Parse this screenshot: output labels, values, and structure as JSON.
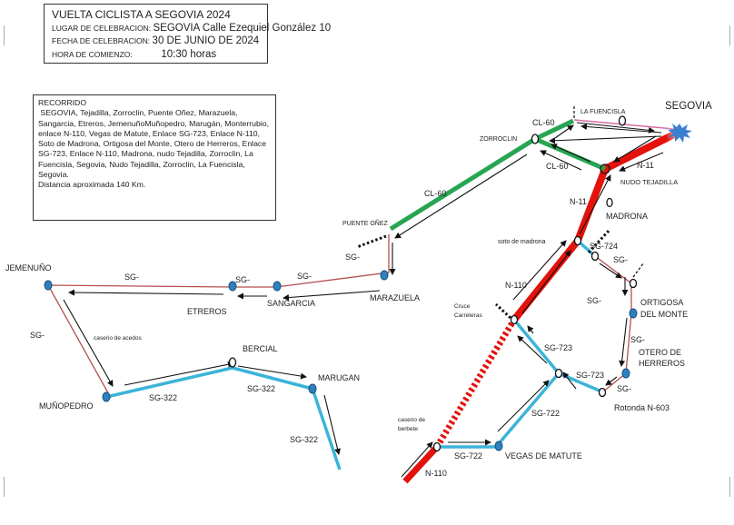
{
  "header": {
    "title": "VUELTA CICLISTA A SEGOVIA 2024",
    "rows": [
      {
        "label": "LUGAR DE CELEBRACION:",
        "value": "SEGOVIA  Calle Ezequiel González 10"
      },
      {
        "label": "FECHA DE CELEBRACION:",
        "value": "30 DE JUNIO DE 2024"
      },
      {
        "label": "HORA DE COMIENZO:",
        "value": "10:30 horas"
      }
    ]
  },
  "route": {
    "heading": "RECORRIDO",
    "description": " SEGOVIA, Tejadilla, Zorroclin, Puente Oñez, Marazuela, Sangarcia, Etreros, JemenuñoMuñopedro, Marugán, Monterrubio, enlace N-110, Vegas de Matute, Enlace SG-723, Enlace N-110, Soto de Madrona, Ortigosa del Monte, Otero de Herreros, Enlace SG-723, Enlace N-110, Madrona, nudo Tejadilla, Zorroclin, La Fuencisla, Segovia, Nudo Tejadilla, Zorroclin, La Fuencisla, Segovia.",
    "distance": "Distancia aproximada 140 Km."
  },
  "colors": {
    "n_road": "#e3120b",
    "cl_road": "#27a552",
    "sg322_road": "#3bb4d8",
    "sg_minor": "#b5504e",
    "fuencisla": "#d86aa0",
    "node_fill": "#2f80c0",
    "segovia_star": "#3a7fd0"
  },
  "map": {
    "places": {
      "segovia": "SEGOVIA",
      "la_fuencisla": "LA FUENCISLA",
      "zorroclin": "ZORROCLIN",
      "nudo_tejadilla": "NUDO TEJADILLA",
      "madrona": "MADRONA",
      "puente_onez": "PUENTE OÑEZ",
      "marazuela": "MARAZUELA",
      "sangarcia": "SANGARCIA",
      "etreros": "ETREROS",
      "jemenuno": "JEMENUÑO",
      "munopedro": "MUÑOPEDRO",
      "bercial": "BERCIAL",
      "marugan": "MARUGAN",
      "soto_de_madrona": "soto de madrona",
      "cruce_1": "Cruce",
      "cruce_2": "Carreteras",
      "caserio_acedos": "caserio de acedos",
      "caserio_berbete_1": "caserio de",
      "caserio_berbete_2": "berbete",
      "vegas_de_matute": "VEGAS DE MATUTE",
      "ortigosa_1": "ORTIGOSA",
      "ortigosa_2": "DEL MONTE",
      "otero_1": "OTERO DE",
      "otero_2": "HERREROS",
      "rotonda": "Rotonda N-603"
    },
    "roads": {
      "cl60_a": "CL-60",
      "cl60_b": "CL-60",
      "cl60_c": "CL-60",
      "n11_a": "N-11",
      "n11_b": "N-11",
      "sg724": "SG-724",
      "sg_a": "SG-",
      "sg_b": "SG-",
      "sg_c": "SG-",
      "sg_d": "SG-",
      "sg_e": "SG-",
      "sg_f": "SG-",
      "sg_g": "SG-",
      "sg_h": "SG-",
      "sg_i": "SG-",
      "n110_a": "N-110",
      "n110_b": "N-110",
      "sg723_a": "SG-723",
      "sg723_b": "SG-723",
      "sg722_a": "SG-722",
      "sg722_b": "SG-722",
      "sg322_a": "SG-322",
      "sg322_b": "SG-322",
      "sg322_c": "SG-322"
    }
  }
}
